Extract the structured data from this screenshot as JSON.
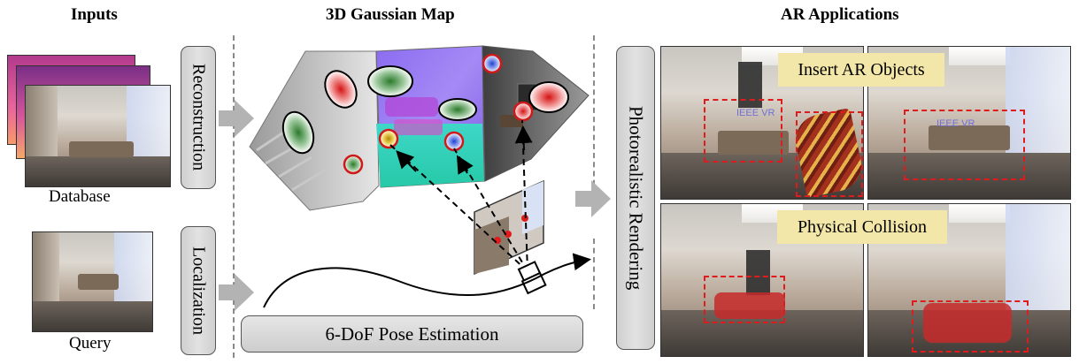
{
  "headers": {
    "inputs": "Inputs",
    "map": "3D Gaussian Map",
    "ar": "AR Applications"
  },
  "labels": {
    "database": "Database",
    "query": "Query",
    "reconstruction": "Reconstruction",
    "localization": "Localization",
    "rendering": "Photorealistic Rendering",
    "pose": "6-DoF Pose Estimation",
    "insert": "Insert AR Objects",
    "collision": "Physical Collision",
    "watermark": "IEEE VR"
  },
  "colors": {
    "accent_red": "#e01b1b",
    "tag_yellow": "#f2e6a8",
    "box_gray": "#d6d6d6",
    "arrow_gray": "#b3b3b3",
    "normal_map": "#8a6cf0"
  }
}
